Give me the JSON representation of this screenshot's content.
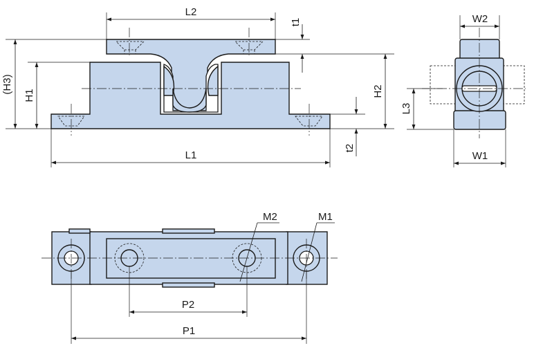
{
  "dimension_labels": {
    "L2": "L2",
    "t1": "t1",
    "H3": "(H3)",
    "H1": "H1",
    "H2": "H2",
    "t2": "t2",
    "L1": "L1",
    "W2": "W2",
    "L3": "L3",
    "W1": "W1",
    "M2": "M2",
    "M1": "M1",
    "P2": "P2",
    "P1": "P1"
  },
  "colors": {
    "part_fill": "#c5d6ec",
    "line": "#1a1a1a",
    "background": "#ffffff"
  }
}
